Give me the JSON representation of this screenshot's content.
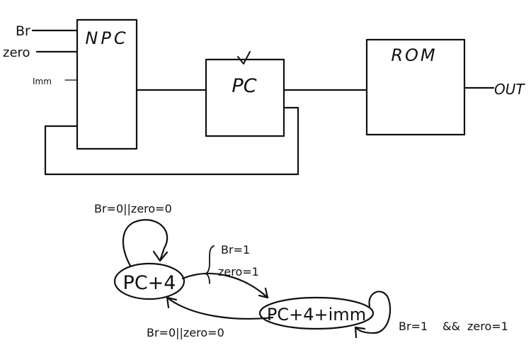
{
  "block_diagram": {
    "inputs": {
      "br": "Br",
      "zero": "zero",
      "imm": "Imm"
    },
    "npc_label": "NPC",
    "pc_label": "PC",
    "rom_label": "ROM",
    "output_label": "OUT"
  },
  "state_machine": {
    "states": {
      "pc4": "PC+4",
      "pc4imm": "PC+4+imm"
    },
    "transitions": {
      "self_pc4": "Br=0||zero=0",
      "to_imm_line1": "Br=1",
      "to_imm_line2": "zero=1",
      "to_pc4": "Br=0||zero=0",
      "self_imm_prefix": "Br=1",
      "self_imm_mark": "&&",
      "self_imm_suffix": "zero=1"
    }
  },
  "colors": {
    "ink": "#111111",
    "background": "#ffffff"
  }
}
